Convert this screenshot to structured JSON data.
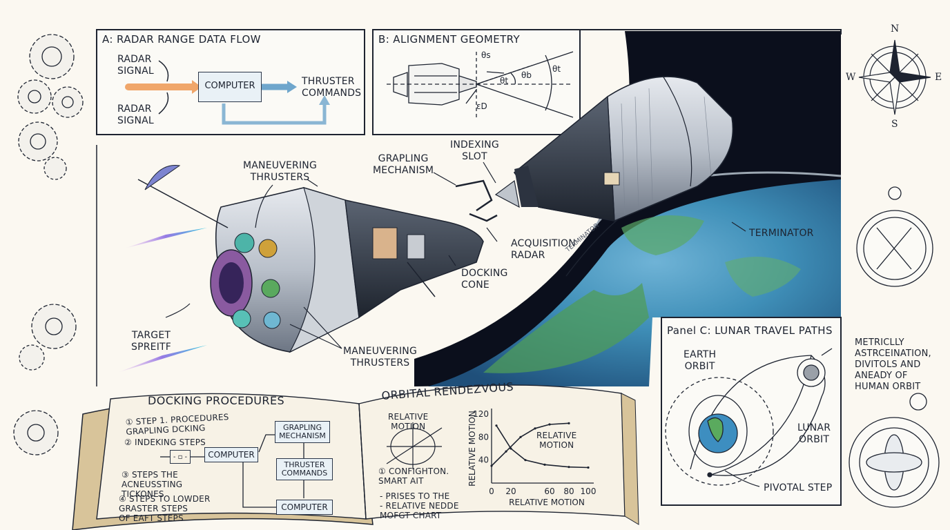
{
  "panel_a": {
    "title": "A: RADAR RANGE DATA FLOW",
    "radar_signal_top": "RADAR\nSIGNAL",
    "computer": "COMPUTER",
    "thruster_commands": "THRUSTER\nCOMMANDS",
    "radar_signal_bottom": "RADAR\nSIGNAL"
  },
  "panel_b": {
    "title": "B: ALIGNMENT GEOMETRY",
    "theta_s": "θs",
    "theta_t_inner": "θt",
    "theta_b": "θb",
    "theta_t_outer": "θt",
    "epsilon_d": "εD"
  },
  "spacecraft": {
    "maneuvering_thrusters_top": "MANEUVERING\nTHRUSTERS",
    "grappling_mechanism": "GRAPLING\nMECHANISM",
    "indexing_slot": "INDEXING\nSLOT",
    "acquisition_radar": "ACQUISITION\nRADAR",
    "docking_cone": "DOCKING\nCONE",
    "terminator": "TERMINATOR",
    "terminator_small": "TERMINATOR",
    "target_spacecraft": "TARGET\nSPREITF",
    "maneuvering_thrusters_bottom": "MANEUVERING\nTHRUSTERS"
  },
  "compass": {
    "n": "N",
    "e": "E",
    "s": "S",
    "w": "W"
  },
  "panel_c": {
    "title": "Panel C: LUNAR TRAVEL PATHS",
    "earth_orbit": "EARTH\nORBIT",
    "lunar_orbit": "LUNAR\nORBIT",
    "pivotal_step": "PIVOTAL STEP",
    "note": "METRICLLY\nASTRCEINATION,\nDIVITOLS AND\nANEADY OF\nHUMAN ORBIT"
  },
  "book_left": {
    "title": "DOCKING PROCEDURES",
    "step1": "① STEP 1. PROCEDURES\n    GRAPLING DCKING",
    "step2": "② INDEKING STEPS",
    "step3": "③ STEPS THE\n    ACNEUSSTING\n    TICKONES",
    "step4": "④ STEPS TO LOWDER\n    GRASTER STEPS\n    OF EAFT STEPS",
    "box_small": "- ▫ -",
    "box_computer1": "COMPUTER",
    "box_grappling": "GRAPLING\nMECHANISM",
    "box_thruster": "THRUSTER\nCOMMANDS",
    "box_computer2": "COMPUTER"
  },
  "book_right": {
    "title": "ORBITAL RENDEZVOUS",
    "relative_motion_label": "RELATIVE\nMOTION",
    "note1": "① CONFIGHTON.\n    SMART AIT",
    "note2": "- PRISES TO THE\n- RELATIVE NEDDE\n  MOFGT CHART",
    "curve_label": "RELATIVE\nMOTION"
  },
  "chart_data": {
    "type": "line",
    "xlabel": "RELATIVE MOTION",
    "ylabel": "RELATIVE MOTION",
    "x_ticks": [
      "0",
      "20",
      "60",
      "80",
      "100"
    ],
    "y_ticks": [
      "120",
      "80",
      "40"
    ],
    "xlim": [
      0,
      100
    ],
    "ylim": [
      0,
      120
    ],
    "series": [
      {
        "x": [
          5,
          20,
          35,
          55,
          80,
          100
        ],
        "y": [
          100,
          60,
          40,
          32,
          28,
          27
        ]
      },
      {
        "x": [
          0,
          15,
          30,
          45,
          60,
          80
        ],
        "y": [
          30,
          55,
          80,
          95,
          102,
          104
        ]
      }
    ]
  }
}
